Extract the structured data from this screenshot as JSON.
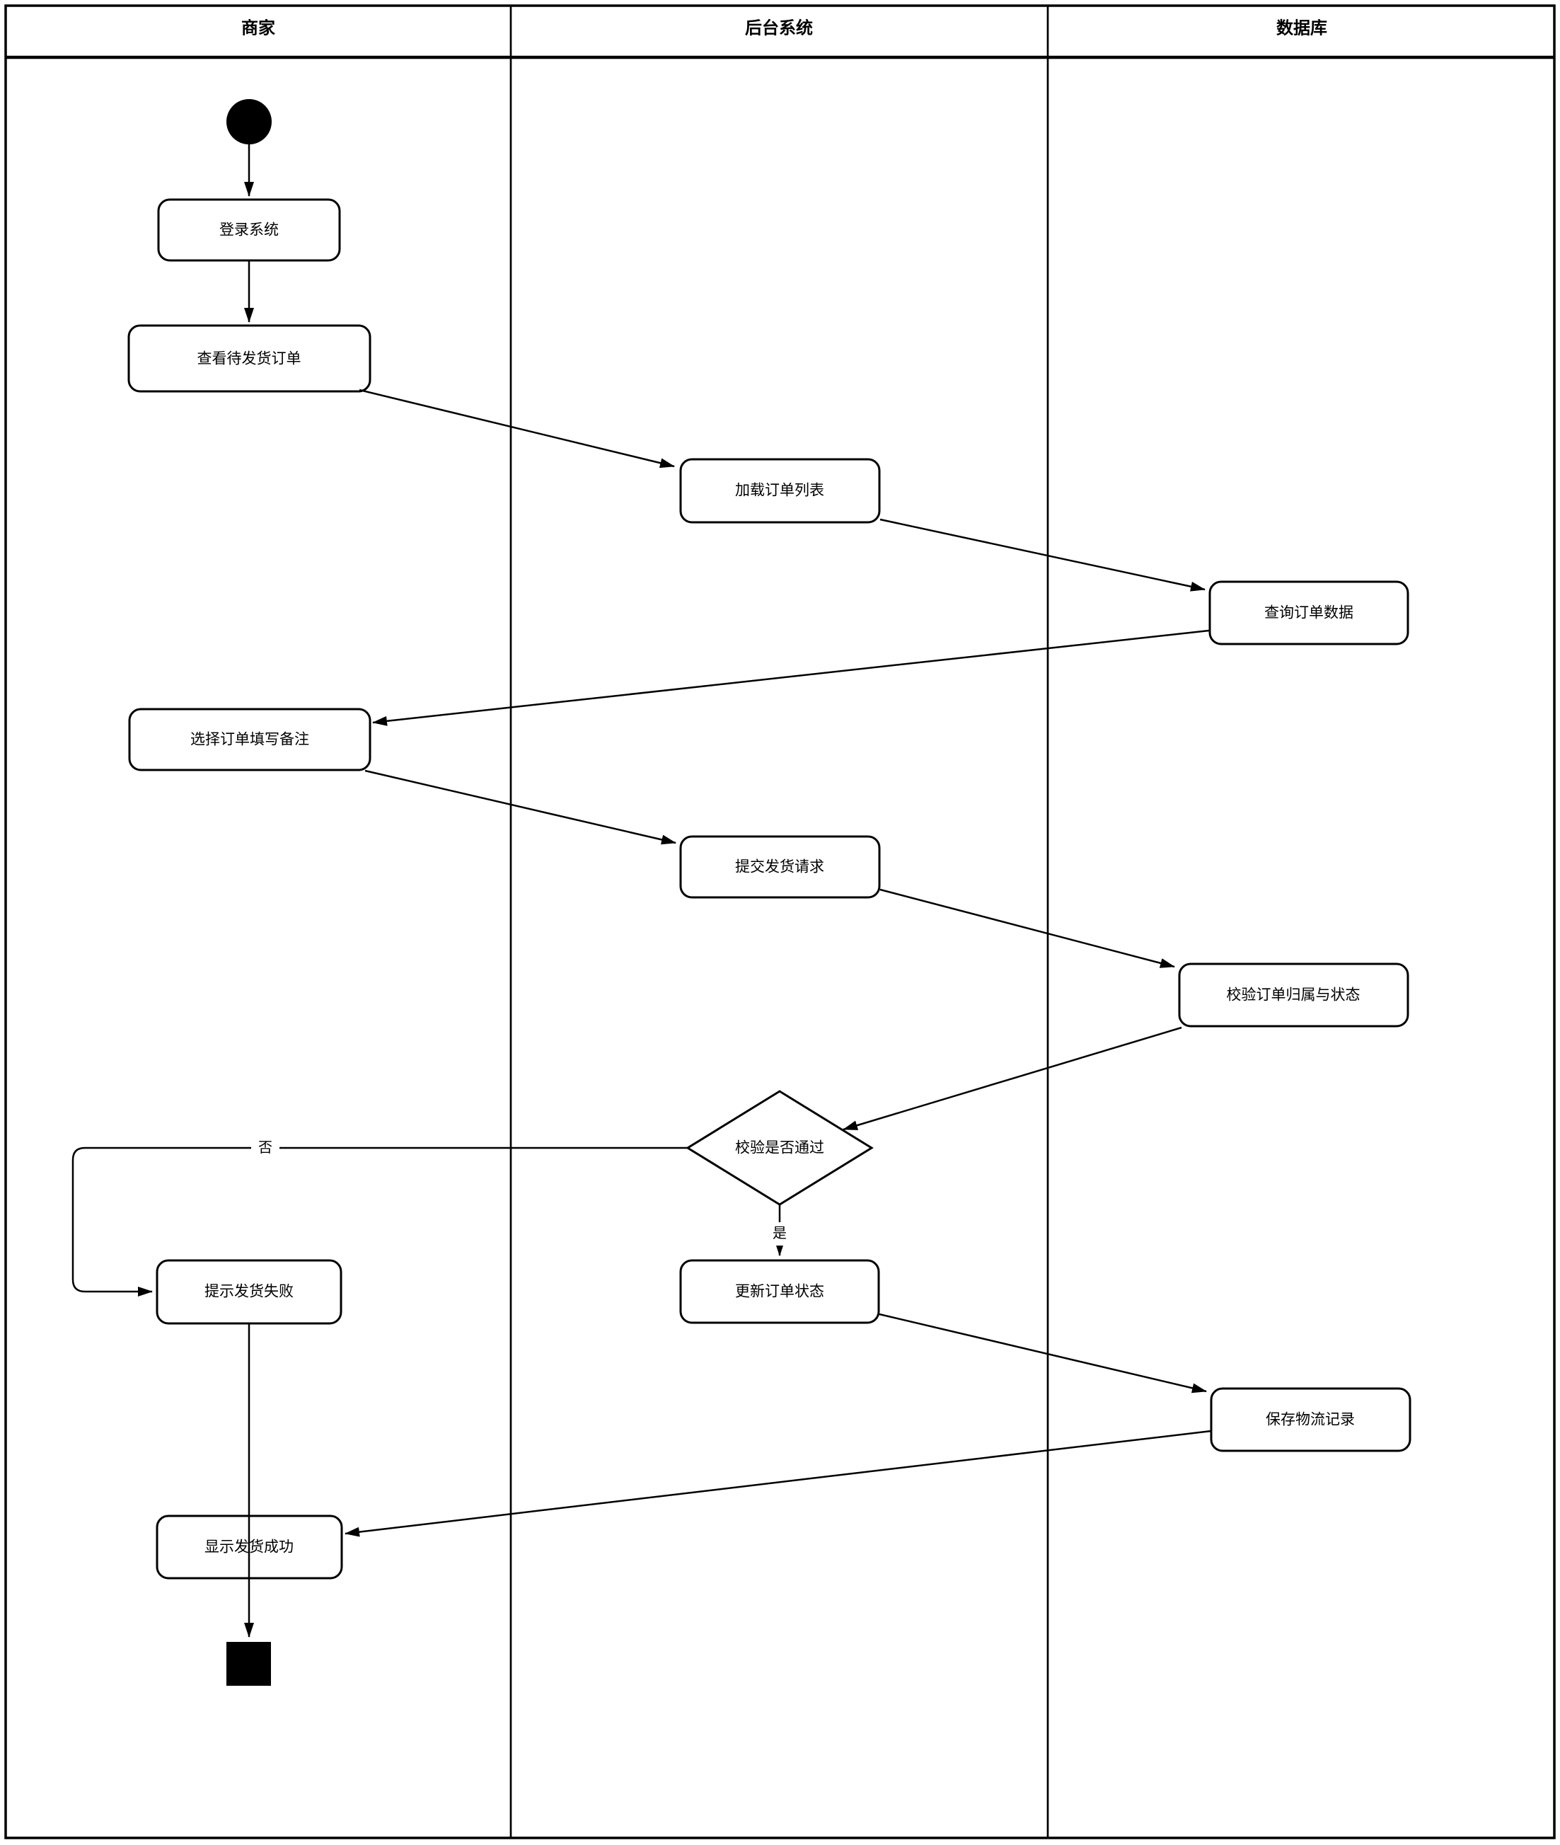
{
  "lanes": {
    "merchant": {
      "label": "商家"
    },
    "backend": {
      "label": "后台系统"
    },
    "database": {
      "label": "数据库"
    }
  },
  "nodes": {
    "login": {
      "label": "登录系统"
    },
    "view_pending_orders": {
      "label": "查看待发货订单"
    },
    "load_order_list": {
      "label": "加载订单列表"
    },
    "query_order_data": {
      "label": "查询订单数据"
    },
    "select_order_fill_note": {
      "label": "选择订单填写备注"
    },
    "submit_ship_request": {
      "label": "提交发货请求"
    },
    "verify_order_ownership_status": {
      "label": "校验订单归属与状态"
    },
    "verify_pass_decision": {
      "label": "校验是否通过"
    },
    "ship_fail_notice": {
      "label": "提示发货失败"
    },
    "update_order_status": {
      "label": "更新订单状态"
    },
    "save_logistics_record": {
      "label": "保存物流记录"
    },
    "show_ship_success": {
      "label": "显示发货成功"
    }
  },
  "edge_labels": {
    "yes": "是",
    "no": "否"
  },
  "colors": {
    "line": "#000000",
    "node_fill": "#ffffff",
    "background": "#ffffff"
  }
}
